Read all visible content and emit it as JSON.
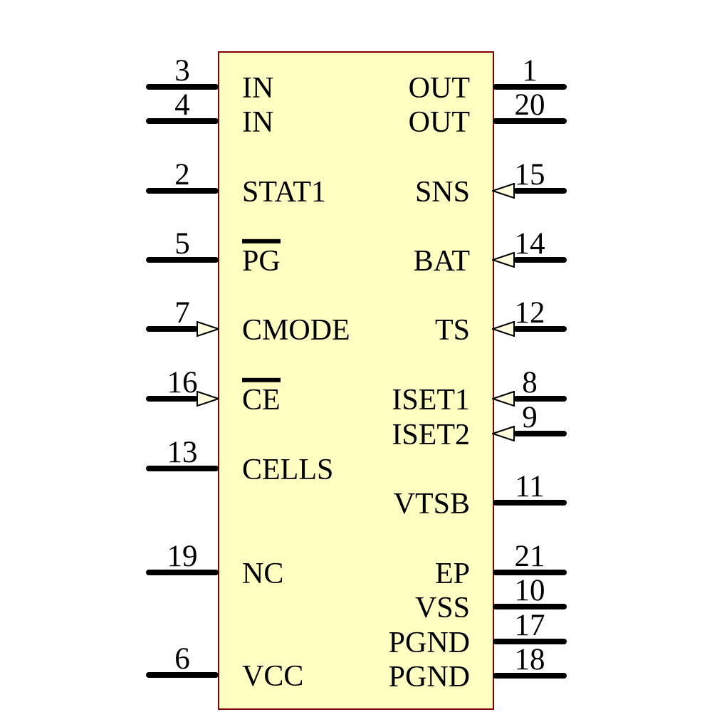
{
  "diagram": {
    "kind": "ic-schematic-symbol",
    "colors": {
      "background": "#FFFFFF",
      "body_fill": "#FFFFC2",
      "body_outline": "#800000",
      "pin_line": "#000000",
      "arrow_fill": "#FFFFE0",
      "text": "#000000"
    },
    "pins": {
      "left": [
        {
          "number": "3",
          "name": "IN",
          "overline": false,
          "arrow": false
        },
        {
          "number": "4",
          "name": "IN",
          "overline": false,
          "arrow": false
        },
        {
          "number": "2",
          "name": "STAT1",
          "overline": false,
          "arrow": false
        },
        {
          "number": "5",
          "name": "PG",
          "overline": true,
          "arrow": false
        },
        {
          "number": "7",
          "name": "CMODE",
          "overline": false,
          "arrow": true
        },
        {
          "number": "16",
          "name": "CE",
          "overline": true,
          "arrow": true
        },
        {
          "number": "13",
          "name": "CELLS",
          "overline": false,
          "arrow": false
        },
        {
          "number": "19",
          "name": "NC",
          "overline": false,
          "arrow": false
        },
        {
          "number": "6",
          "name": "VCC",
          "overline": false,
          "arrow": false
        }
      ],
      "right": [
        {
          "number": "1",
          "name": "OUT",
          "overline": false,
          "arrow": false
        },
        {
          "number": "20",
          "name": "OUT",
          "overline": false,
          "arrow": false
        },
        {
          "number": "15",
          "name": "SNS",
          "overline": false,
          "arrow": true
        },
        {
          "number": "14",
          "name": "BAT",
          "overline": false,
          "arrow": true
        },
        {
          "number": "12",
          "name": "TS",
          "overline": false,
          "arrow": true
        },
        {
          "number": "8",
          "name": "ISET1",
          "overline": false,
          "arrow": true
        },
        {
          "number": "9",
          "name": "ISET2",
          "overline": false,
          "arrow": true
        },
        {
          "number": "11",
          "name": "VTSB",
          "overline": false,
          "arrow": false
        },
        {
          "number": "21",
          "name": "EP",
          "overline": false,
          "arrow": false
        },
        {
          "number": "10",
          "name": "VSS",
          "overline": false,
          "arrow": false
        },
        {
          "number": "17",
          "name": "PGND",
          "overline": false,
          "arrow": false
        },
        {
          "number": "18",
          "name": "PGND",
          "overline": false,
          "arrow": false
        }
      ]
    }
  }
}
